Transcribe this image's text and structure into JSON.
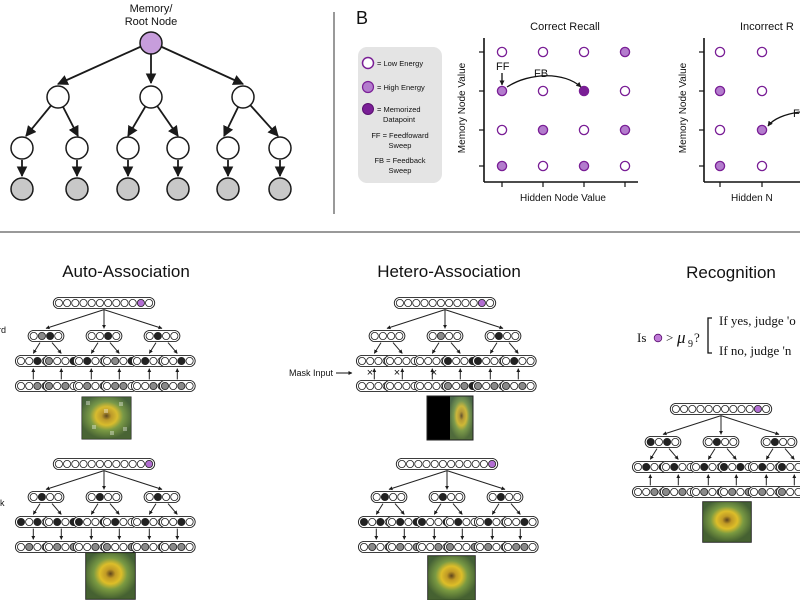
{
  "panel_a": {
    "root_label_line1": "Memory/",
    "root_label_line2": "Root Node"
  },
  "panel_b": {
    "letter": "B",
    "legend": {
      "low": "= Low Energy",
      "high": "= High Energy",
      "mem_line1": "= Memorized",
      "mem_line2": "Datapoint",
      "ff_line1": "FF = Feedfoward",
      "ff_line2": "Sweep",
      "fb_line1": "FB = Feedback",
      "fb_line2": "Sweep"
    },
    "plot_correct": {
      "title": "Correct Recall",
      "xlabel": "Hidden Node Value",
      "ylabel": "Memory Node Value",
      "ff_label": "FF",
      "fb_label": "FB"
    },
    "plot_incorrect": {
      "title": "Incorrect R",
      "xlabel": "Hidden N",
      "ylabel": "Memory Node Value",
      "fb_label": "F"
    }
  },
  "panel_c": {
    "auto_title": "Auto-Association",
    "hetero_title": "Hetero-Association",
    "recog_title": "Recognition",
    "mask_label": "Mask Input",
    "x_mark": "×",
    "left_cut_top": "rd",
    "left_cut_bottom": "k",
    "recog_is": "Is",
    "recog_mu": "μ",
    "recog_sub": "9",
    "recog_q": "?",
    "recog_yes": "If yes, judge 'o",
    "recog_no": "If no, judge 'n"
  },
  "colors": {
    "purple": "#7a1f96",
    "lavender": "#c79ddc",
    "gray": "#c8c8c8",
    "line": "#1a1a1a"
  }
}
